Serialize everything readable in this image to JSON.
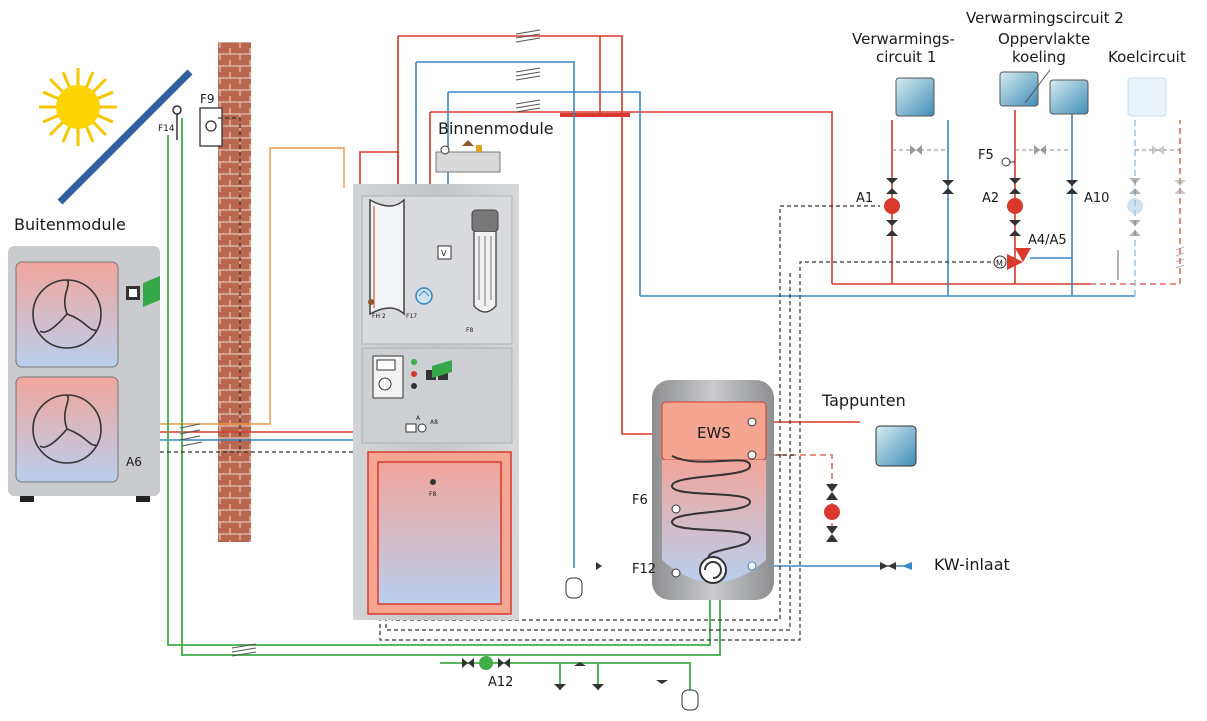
{
  "labels": {
    "buitenmodule": "Buitenmodule",
    "binnenmodule": "Binnenmodule",
    "verwarmingscircuit1_line1": "Verwarmings-",
    "verwarmingscircuit1_line2": "circuit 1",
    "verwarmingscircuit2": "Verwarmingscircuit 2",
    "oppervlakte_line1": "Oppervlakte",
    "oppervlakte_line2": "koeling",
    "koelcircuit": "Koelcircuit",
    "tappunten": "Tappunten",
    "kw_inlaat": "KW-inlaat",
    "ews": "EWS"
  },
  "components": {
    "f9": "F9",
    "f14": "F14",
    "a6": "A6",
    "a12": "A12",
    "a1": "A1",
    "a2": "A2",
    "a10": "A10",
    "a4a5": "A4/A5",
    "f5": "F5",
    "f6": "F6",
    "f12": "F12",
    "fh2": "FH 2",
    "f17": "F17",
    "f8": "F8",
    "a8": "A8",
    "a": "A",
    "m": "M",
    "v": "V"
  },
  "colors": {
    "hot": "#d9382c",
    "cold": "#3a86c8",
    "solar": "#3fae49",
    "wall": "#b5654e",
    "module": "#c8cacd",
    "tank": "#9a9b9d",
    "sun": "#f7c600"
  }
}
